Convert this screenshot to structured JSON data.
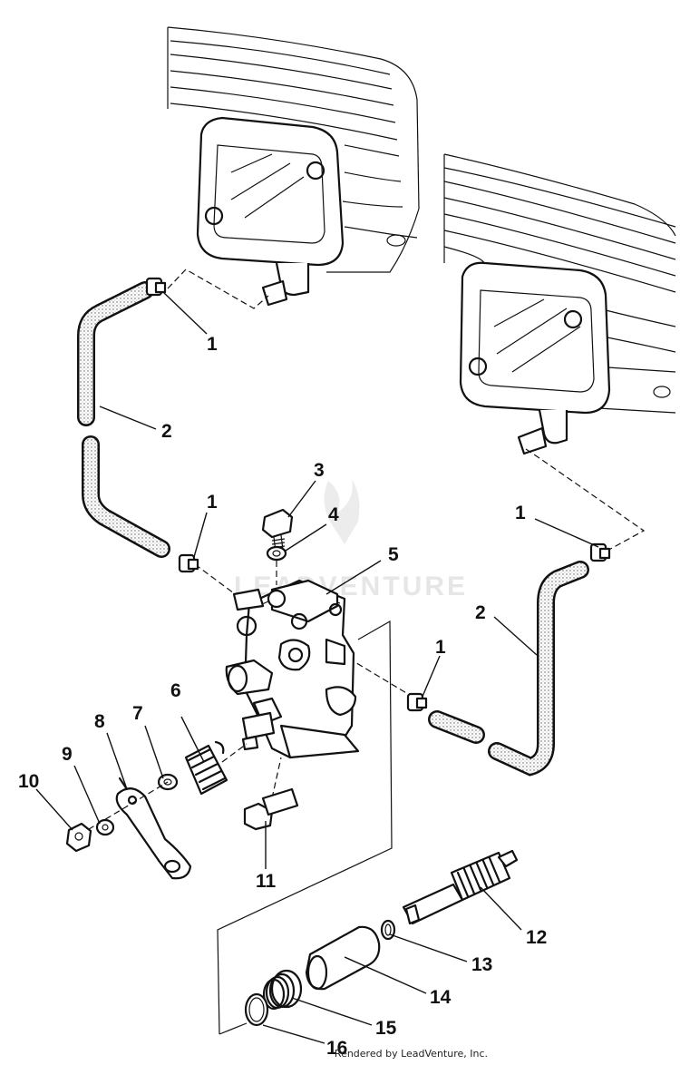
{
  "watermark": "LEADVENTURE",
  "credit": "Rendered by LeadVenture, Inc.",
  "callouts": {
    "c1a": "1",
    "c2a": "2",
    "c1b": "1",
    "c3": "3",
    "c4": "4",
    "c5": "5",
    "c1c": "1",
    "c2b": "2",
    "c1d": "1",
    "c6": "6",
    "c7": "7",
    "c8": "8",
    "c9": "9",
    "c10": "10",
    "c11": "11",
    "c12": "12",
    "c13": "13",
    "c14": "14",
    "c15": "15",
    "c16": "16"
  }
}
